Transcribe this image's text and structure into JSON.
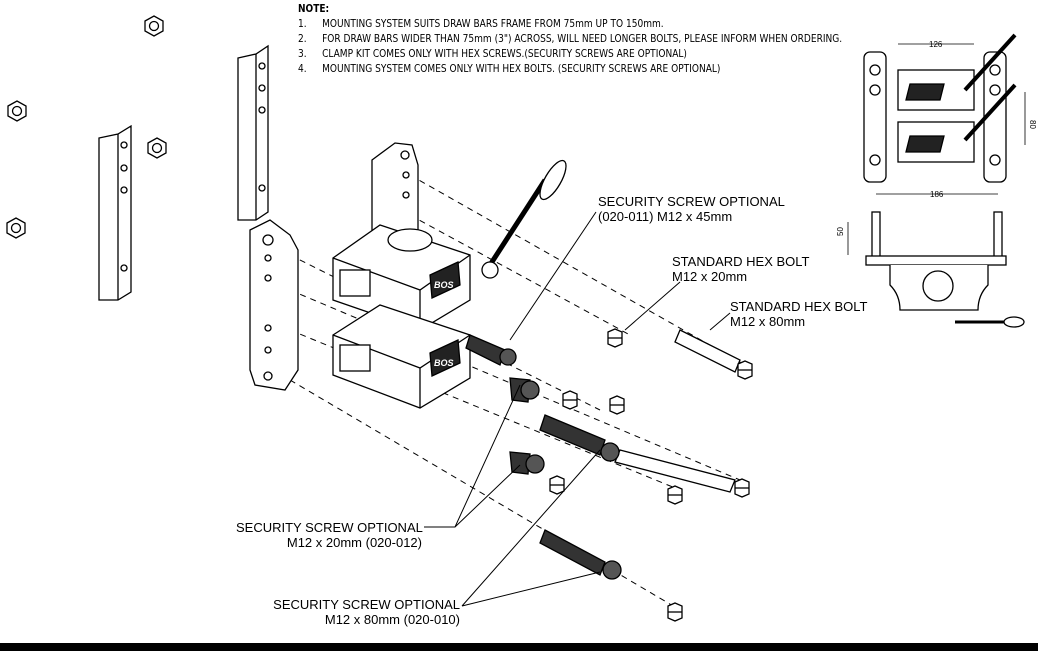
{
  "notes": {
    "heading": "NOTE:",
    "items": [
      {
        "num": "1.",
        "text": "MOUNTING SYSTEM  SUITS DRAW BARS FRAME FROM 75mm UP TO 150mm."
      },
      {
        "num": "2.",
        "text": "FOR DRAW BARS WIDER THAN 75mm (3\")  ACROSS, WILL NEED LONGER BOLTS, PLEASE INFORM WHEN ORDERING."
      },
      {
        "num": "3.",
        "text": "CLAMP KIT COMES ONLY WITH HEX SCREWS.(SECURITY SCREWS ARE OPTIONAL)"
      },
      {
        "num": "4.",
        "text": "MOUNTING SYSTEM COMES ONLY WITH HEX BOLTS. (SECURITY SCREWS ARE OPTIONAL)"
      }
    ]
  },
  "callouts": {
    "security_45": {
      "line1": "SECURITY SCREW OPTIONAL",
      "line2": "(020-011) M12 x 45mm"
    },
    "hex_20": {
      "line1": "STANDARD HEX BOLT",
      "line2": "M12 x 20mm"
    },
    "hex_80": {
      "line1": "STANDARD HEX BOLT",
      "line2": "M12 x 80mm"
    },
    "security_20": {
      "line1": "SECURITY SCREW OPTIONAL",
      "line2": "M12 x 20mm (020-012)"
    },
    "security_80": {
      "line1": "SECURITY SCREW OPTIONAL",
      "line2": "M12 x 80mm (020-010)"
    }
  },
  "dimensions": {
    "top_width": "126",
    "height": "80",
    "bottom_width": "186",
    "bolt_height": "50"
  },
  "logo": "BOS"
}
